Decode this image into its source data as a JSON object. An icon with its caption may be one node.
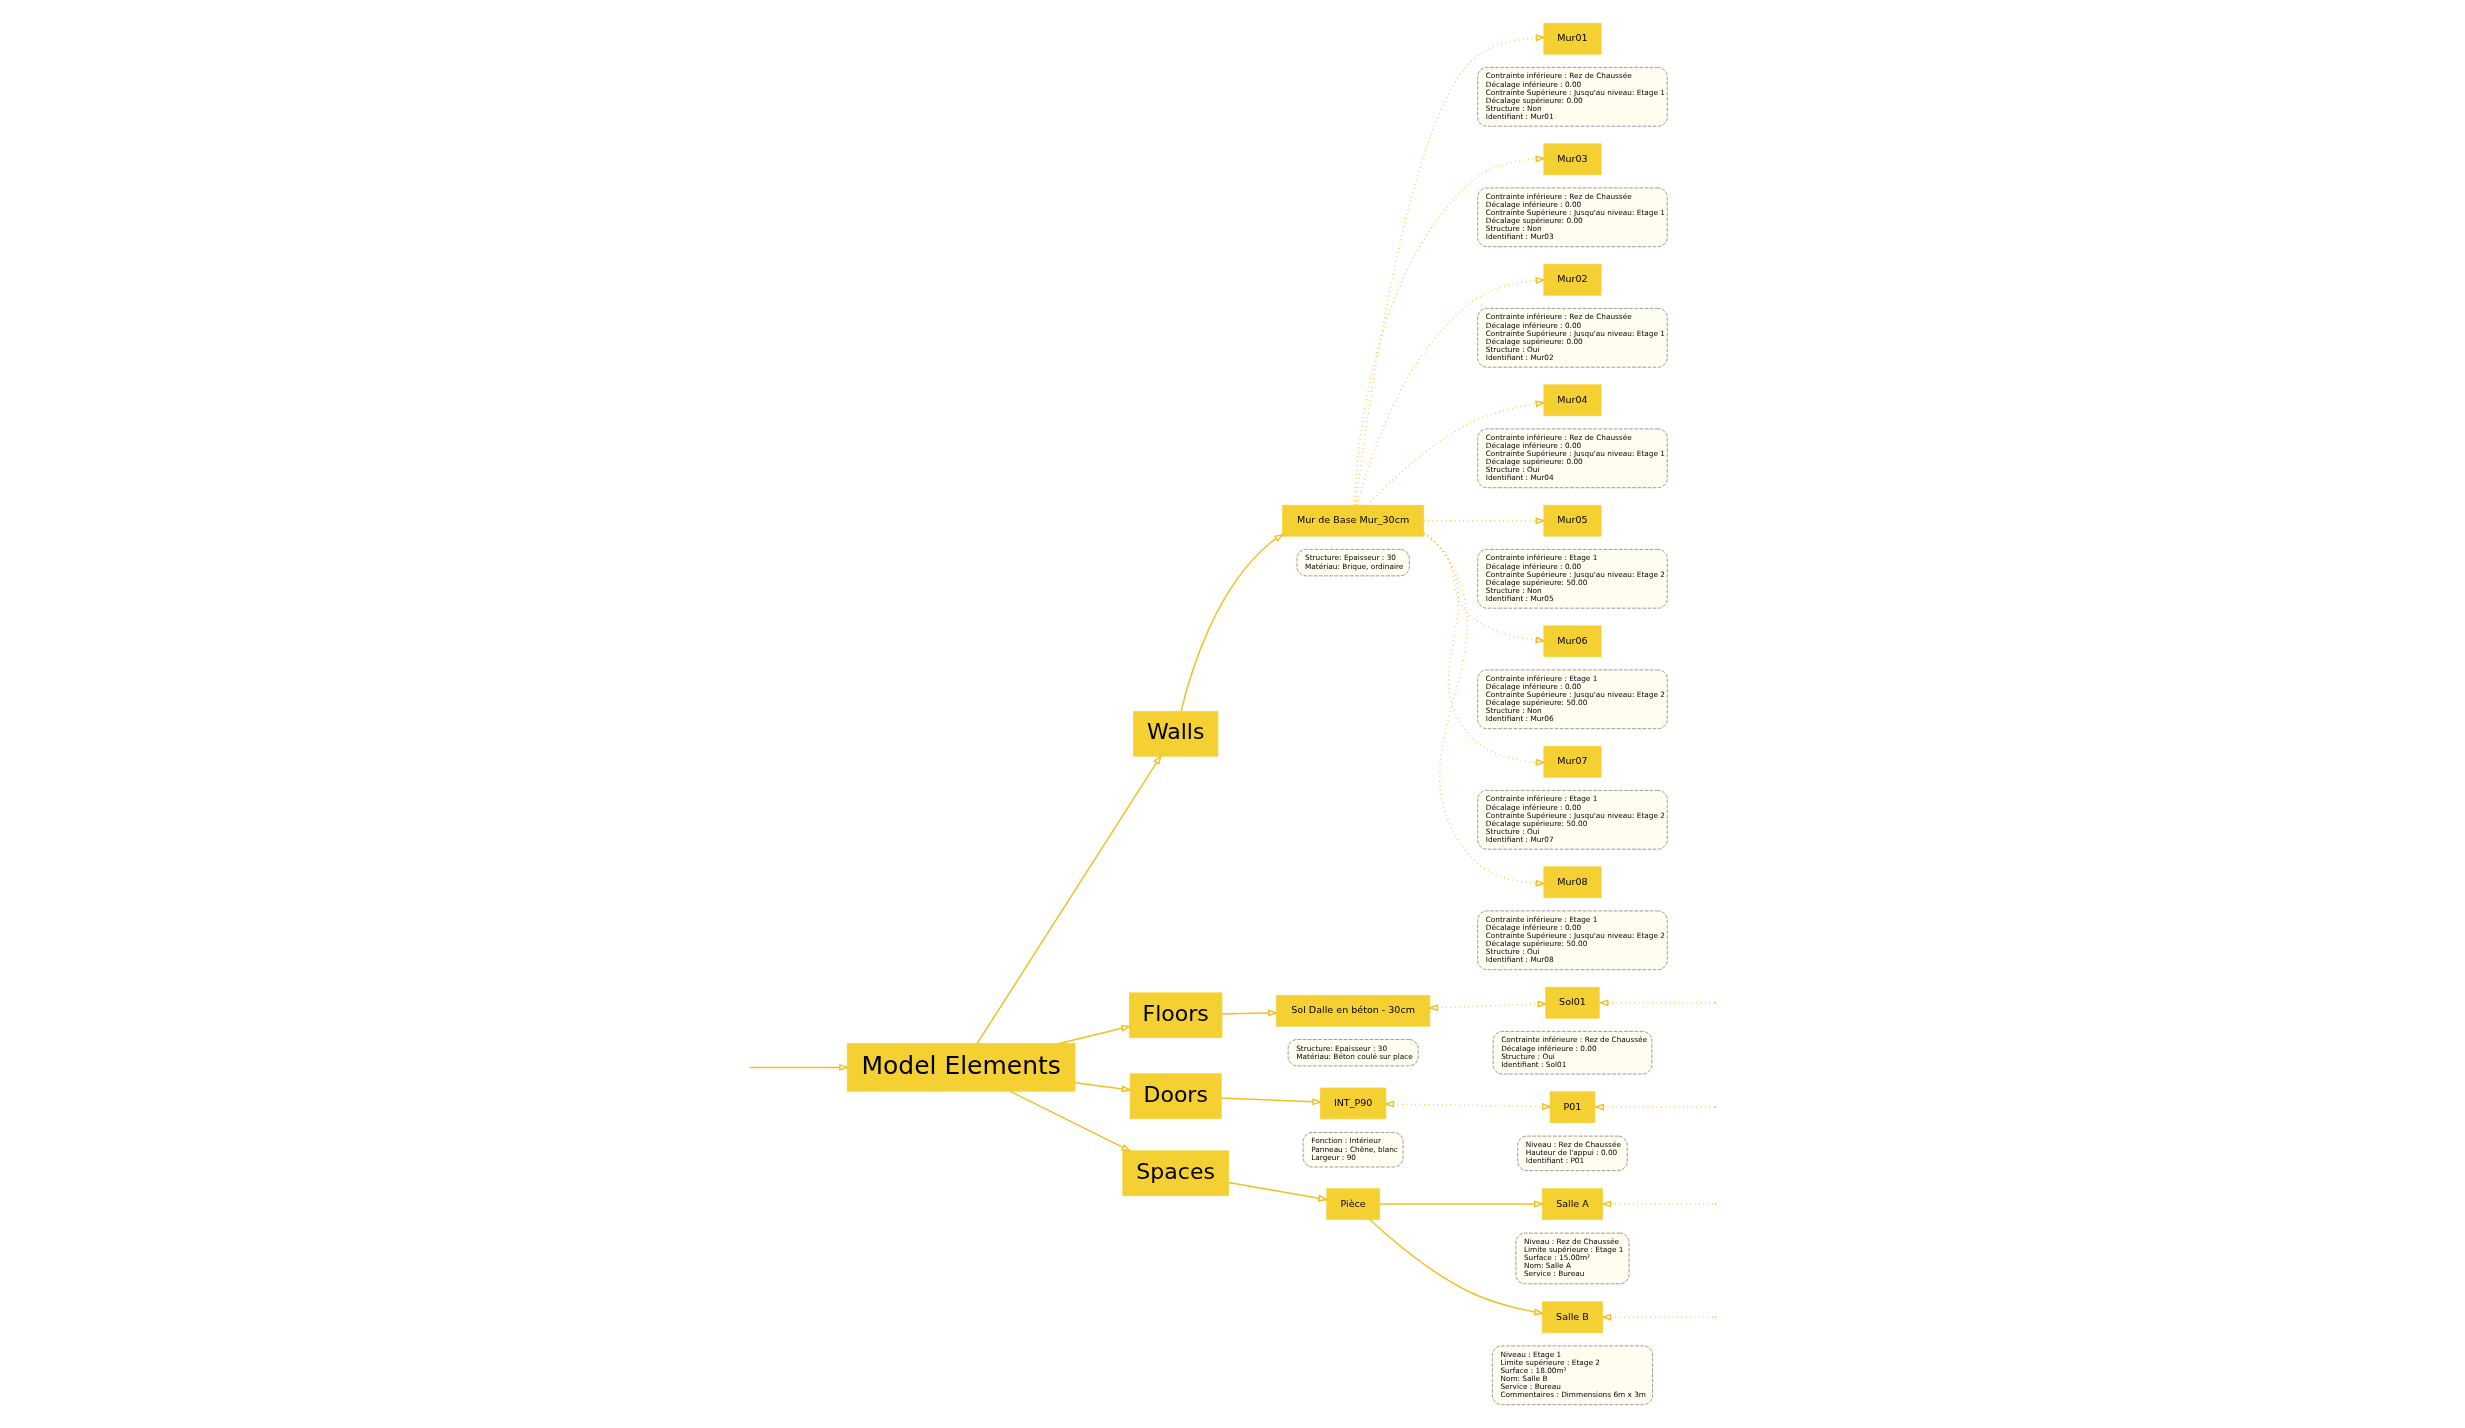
{
  "diagram": {
    "nodes": [
      {
        "text": [
          "Model Elements"
        ]
      },
      {
        "text": [
          "Walls"
        ]
      },
      {
        "text": [
          "Floors"
        ]
      },
      {
        "text": [
          "Doors"
        ]
      },
      {
        "text": [
          "Spaces"
        ]
      },
      {
        "text": [
          "Mur de Base Mur_30cm"
        ]
      },
      {
        "text": [
          "Structure: Epaisseur : 30",
          "Matériau: Brique, ordinaire"
        ]
      },
      {
        "text": [
          "Sol Dalle en béton - 30cm"
        ]
      },
      {
        "text": [
          "Structure: Epaisseur : 30",
          "Matériau: Béton coulé sur place"
        ]
      },
      {
        "text": [
          "INT_P90"
        ]
      },
      {
        "text": [
          "Fonction : Intérieur",
          "Panneau : Chêne, blanc",
          "Largeur : 90"
        ]
      },
      {
        "text": [
          "Pièce"
        ]
      },
      {
        "text": [
          "Mur01"
        ]
      },
      {
        "text": [
          "Contrainte inférieure : Rez de Chaussée",
          "Décalage inférieure : 0.00",
          "Contrainte Supérieure : Jusqu'au niveau: Etage 1",
          "Décalage supérieure: 0.00",
          "Structure : Non",
          "Identifiant : Mur01"
        ]
      },
      {
        "text": [
          "Mur03"
        ]
      },
      {
        "text": [
          "Contrainte inférieure : Rez de Chaussée",
          "Décalage inférieure : 0.00",
          "Contrainte Supérieure : Jusqu'au niveau: Etage 1",
          "Décalage supérieure: 0.00",
          "Structure : Non",
          "Identifiant : Mur03"
        ]
      },
      {
        "text": [
          "Mur02"
        ]
      },
      {
        "text": [
          "Contrainte inférieure : Rez de Chaussée",
          "Décalage inférieure : 0.00",
          "Contrainte Supérieure : Jusqu'au niveau: Etage 1",
          "Décalage supérieure: 0.00",
          "Structure : Oui",
          "Identifiant : Mur02"
        ]
      },
      {
        "text": [
          "Mur04"
        ]
      },
      {
        "text": [
          "Contrainte inférieure : Rez de Chaussée",
          "Décalage inférieure : 0.00",
          "Contrainte Supérieure : Jusqu'au niveau: Etage 1",
          "Décalage supérieure: 0.00",
          "Structure : Oui",
          "Identifiant : Mur04"
        ]
      },
      {
        "text": [
          "Mur05"
        ]
      },
      {
        "text": [
          "Contrainte inférieure : Etage 1",
          "Décalage inférieure : 0.00",
          "Contrainte Supérieure : Jusqu'au niveau: Etage 2",
          "Décalage supérieure: 50.00",
          "Structure : Non",
          "Identifiant : Mur05"
        ]
      },
      {
        "text": [
          "Mur06"
        ]
      },
      {
        "text": [
          "Contrainte inférieure : Etage 1",
          "Décalage inférieure : 0.00",
          "Contrainte Supérieure : Jusqu'au niveau: Etage 2",
          "Décalage supérieure: 50.00",
          "Structure : Non",
          "Identifiant : Mur06"
        ]
      },
      {
        "text": [
          "Mur07"
        ]
      },
      {
        "text": [
          "Contrainte inférieure : Etage 1",
          "Décalage inférieure : 0.00",
          "Contrainte Supérieure : Jusqu'au niveau: Etage 2",
          "Décalage supérieure: 50.00",
          "Structure : Oui",
          "Identifiant : Mur07"
        ]
      },
      {
        "text": [
          "Mur08"
        ]
      },
      {
        "text": [
          "Contrainte inférieure : Etage 1",
          "Décalage inférieure : 0.00",
          "Contrainte Supérieure : Jusqu'au niveau: Etage 2",
          "Décalage supérieure: 50.00",
          "Structure : Oui",
          "Identifiant : Mur08"
        ]
      },
      {
        "text": [
          "Sol01"
        ]
      },
      {
        "text": [
          "Contrainte inférieure : Rez de Chaussée",
          "Décalage inférieure : 0.00",
          "Structure : Oui",
          "Identifiant : Sol01"
        ]
      },
      {
        "text": [
          "P01"
        ]
      },
      {
        "text": [
          "Niveau : Rez de Chaussée",
          "Hauteur de l'appui : 0.00",
          "Identifiant : P01"
        ]
      },
      {
        "text": [
          "Salle A"
        ]
      },
      {
        "text": [
          "Niveau : Rez de Chaussée",
          "Limite supérieure : Etage 1",
          "Surface : 15.00m²",
          "Nom: Salle A",
          "Service : Bureau"
        ]
      },
      {
        "text": [
          "Salle B"
        ]
      },
      {
        "text": [
          "Niveau : Etage 1",
          "Limite supérieure : Etage 2",
          "Surface : 18.00m²",
          "Nom: Salle B",
          "Service : Bureau",
          "Commentaires : Dimmensions 6m x 3m"
        ]
      }
    ],
    "edges": [
      {
        "from": null,
        "to": 0,
        "arrow": "to"
      },
      {
        "from": 0,
        "to": 1,
        "arrow": "to"
      },
      {
        "from": 0,
        "to": 2,
        "arrow": "to"
      },
      {
        "from": 0,
        "to": 3,
        "arrow": "to"
      },
      {
        "from": 0,
        "to": 4,
        "arrow": "to"
      },
      {
        "from": 1,
        "to": 5,
        "arrow": "to"
      },
      {
        "from": 2,
        "to": 7,
        "arrow": "to"
      },
      {
        "from": 3,
        "to": 9,
        "arrow": "to"
      },
      {
        "from": 4,
        "to": 11,
        "arrow": "to"
      },
      {
        "from": 5,
        "to": 12,
        "arrow": "to",
        "style": "dashed"
      },
      {
        "from": 5,
        "to": 14,
        "arrow": "to",
        "style": "dashed"
      },
      {
        "from": 5,
        "to": 16,
        "arrow": "to",
        "style": "dashed"
      },
      {
        "from": 5,
        "to": 18,
        "arrow": "to",
        "style": "dashed"
      },
      {
        "from": 5,
        "to": 20,
        "arrow": "to",
        "style": "dashed"
      },
      {
        "from": 5,
        "to": 22,
        "arrow": "to",
        "style": "dashed"
      },
      {
        "from": 5,
        "to": 24,
        "arrow": "to",
        "style": "dashed"
      },
      {
        "from": 5,
        "to": 26,
        "arrow": "to",
        "style": "dashed"
      },
      {
        "from": 7,
        "to": 28,
        "arrow": "both",
        "style": "dashed"
      },
      {
        "from": 9,
        "to": 30,
        "arrow": "both",
        "style": "dashed"
      },
      {
        "from": 11,
        "to": 32,
        "arrow": "to"
      },
      {
        "from": 11,
        "to": 34,
        "arrow": "to"
      },
      {
        "from": null,
        "to": 28,
        "arrow": "to",
        "style": "dashed"
      },
      {
        "from": null,
        "to": 30,
        "arrow": "to",
        "style": "dashed"
      },
      {
        "from": null,
        "to": 32,
        "arrow": "to",
        "style": "dashed"
      },
      {
        "from": null,
        "to": 34,
        "arrow": "to",
        "style": "dashed"
      }
    ]
  }
}
